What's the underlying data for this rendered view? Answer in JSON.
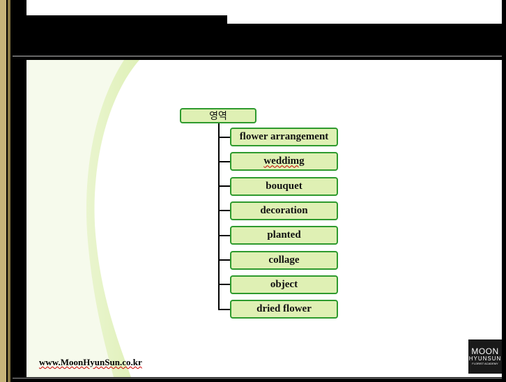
{
  "diagram": {
    "root": "영역",
    "children": [
      "flower arrangement",
      "weddimg",
      "bouquet",
      "decoration",
      "planted",
      "collage",
      "object",
      "dried flower"
    ]
  },
  "footer": {
    "url": "www.MoonHyunSun.co.kr"
  },
  "logo": {
    "line1": "MOON",
    "line2": "HYUNSUN",
    "line3": "FLORIST ACADEMY"
  },
  "colors": {
    "box_fill": "#dff0b4",
    "box_border": "#2e9a2e",
    "swoosh": "#e4f2bf"
  }
}
